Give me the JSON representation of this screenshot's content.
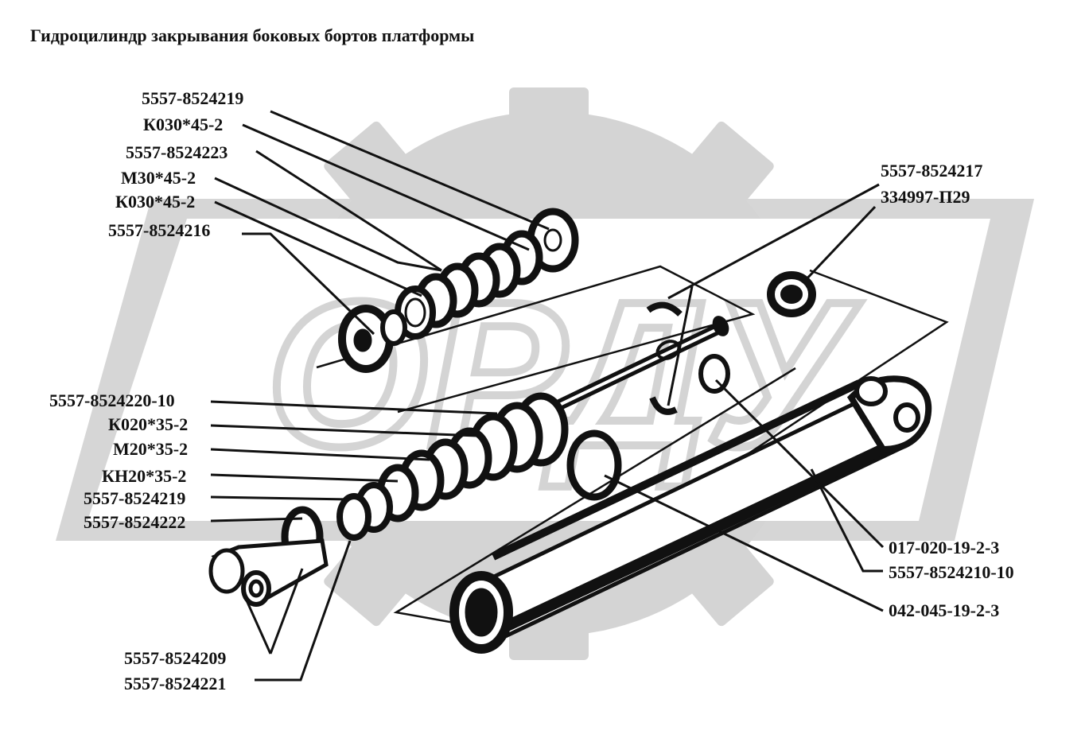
{
  "title": "Гидроцилиндр закрывания боковых бортов платформы",
  "watermark": {
    "text": "ОРДУ",
    "color": "#d4d4d4"
  },
  "colors": {
    "ink": "#111111",
    "watermark": "#d4d4d4"
  },
  "callouts_left_top": [
    "5557-8524219",
    "К030*45-2",
    "5557-8524223",
    "М30*45-2",
    "К030*45-2",
    "5557-8524216"
  ],
  "callouts_left_mid": [
    "5557-8524220-10",
    "К020*35-2",
    "М20*35-2",
    "КН20*35-2",
    "5557-8524219",
    "5557-8524222"
  ],
  "callouts_left_bottom": [
    "5557-8524209",
    "5557-8524221"
  ],
  "callouts_right_top": [
    "5557-8524217",
    "334997-П29"
  ],
  "callouts_right_bottom": [
    "017-020-19-2-3",
    "5557-8524210-10",
    "042-045-19-2-3"
  ]
}
